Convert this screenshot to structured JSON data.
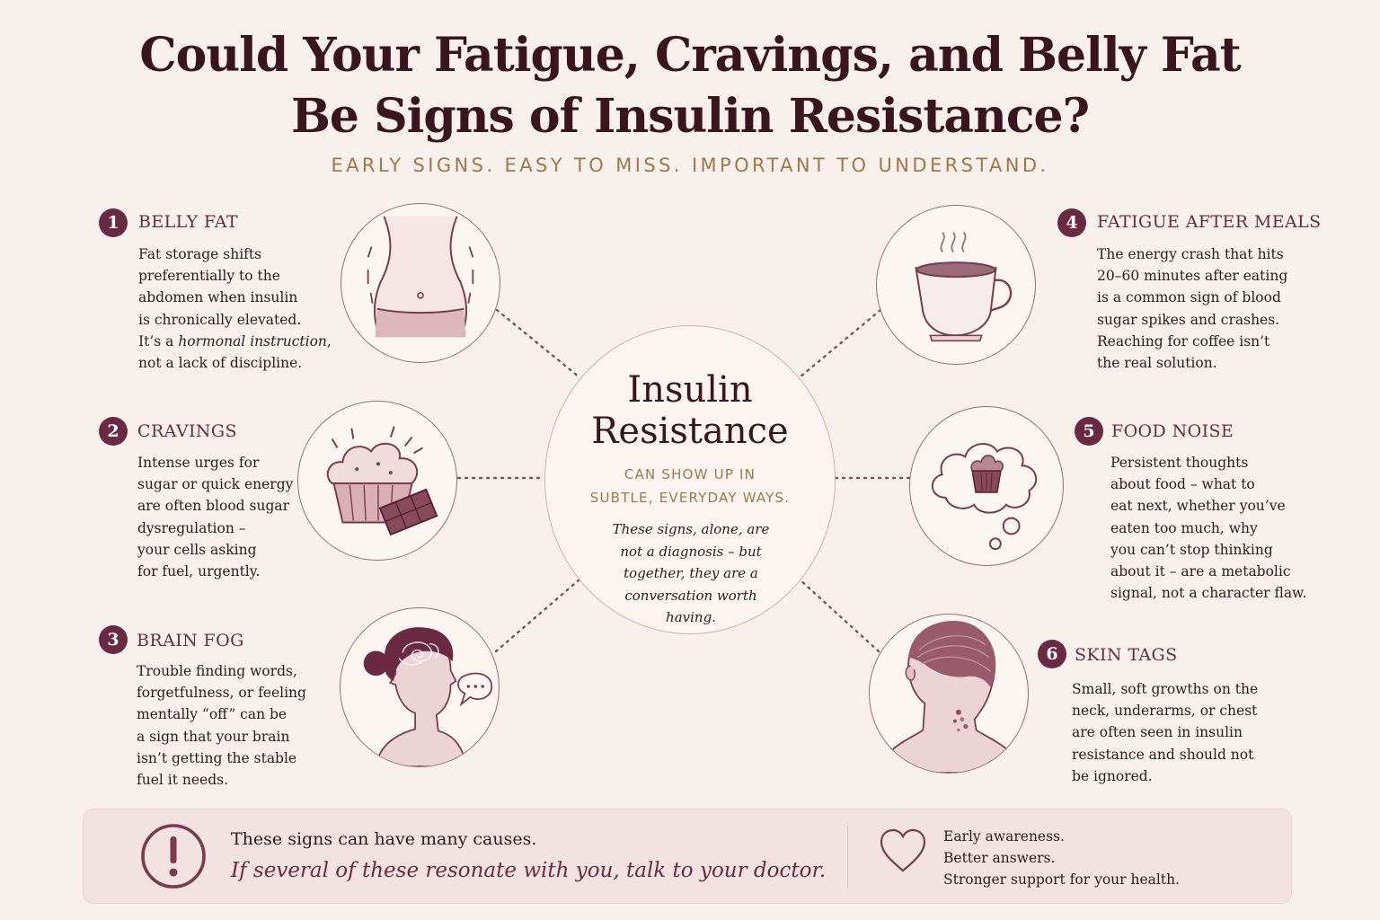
{
  "title": {
    "line1": "Could Your Fatigue, Cravings, and Belly Fat",
    "line2": "Be Signs of Insulin Resistance?"
  },
  "subtitle": "EARLY SIGNS. EASY TO MISS. IMPORTANT TO UNDERSTAND.",
  "center": {
    "title_line1": "Insulin",
    "title_line2": "Resistance",
    "subtitle_line1": "CAN SHOW UP IN",
    "subtitle_line2": "SUBTLE, EVERYDAY WAYS.",
    "note_lines": [
      "These signs, alone, are",
      "not a diagnosis – but",
      "together, they are a",
      "conversation worth",
      "having."
    ]
  },
  "signs": [
    {
      "number": "1",
      "heading": "BELLY FAT",
      "icon": "waist-icon",
      "lines": [
        "Fat storage shifts",
        "preferentially to the",
        "abdomen when insulin",
        "is chronically elevated."
      ],
      "line5_pre": "It’s a ",
      "line5_em": "hormonal instruction",
      "line5_post": ",",
      "line6": "not a lack of discipline."
    },
    {
      "number": "2",
      "heading": "CRAVINGS",
      "icon": "cupcake-chocolate-icon",
      "lines": [
        "Intense urges for",
        "sugar or quick energy",
        "are often blood sugar",
        "dysregulation –",
        "your cells asking",
        "for fuel, urgently."
      ]
    },
    {
      "number": "3",
      "heading": "BRAIN FOG",
      "icon": "foggy-head-icon",
      "lines": [
        "Trouble finding words,",
        "forgetfulness, or feeling",
        "mentally “off” can be",
        "a sign that your brain",
        "isn’t getting the stable",
        "fuel it needs."
      ]
    },
    {
      "number": "4",
      "heading": "FATIGUE AFTER MEALS",
      "icon": "coffee-cup-icon",
      "lines": [
        "The energy crash that hits",
        "20–60 minutes after eating",
        "is a common sign of blood",
        "sugar spikes and crashes.",
        "Reaching for coffee isn’t",
        "the real solution."
      ]
    },
    {
      "number": "5",
      "heading": "FOOD NOISE",
      "icon": "thought-bubble-cupcake-icon",
      "lines": [
        "Persistent thoughts",
        "about food – what to",
        "eat next, whether you’ve",
        "eaten too much, why",
        "you can’t stop thinking",
        "about it – are a metabolic",
        "signal, not a character flaw."
      ]
    },
    {
      "number": "6",
      "heading": "SKIN TAGS",
      "icon": "neck-skin-tags-icon",
      "lines": [
        "Small, soft growths on the",
        "neck, underarms, or chest",
        "are often seen in insulin",
        "resistance and should not",
        "be ignored."
      ]
    }
  ],
  "footer": {
    "line1": "These signs can have many causes.",
    "line2": "If several of these resonate with you, talk to your doctor.",
    "right_lines": [
      "Early awareness.",
      "Better answers.",
      "Stronger support for your health."
    ],
    "warn_icon": "exclamation-circle-icon",
    "heart_icon": "heart-outline-icon"
  },
  "colors": {
    "background": "#f8f0ec",
    "plum": "#6a2a42",
    "gold": "#a07846",
    "title": "#3a151f"
  }
}
